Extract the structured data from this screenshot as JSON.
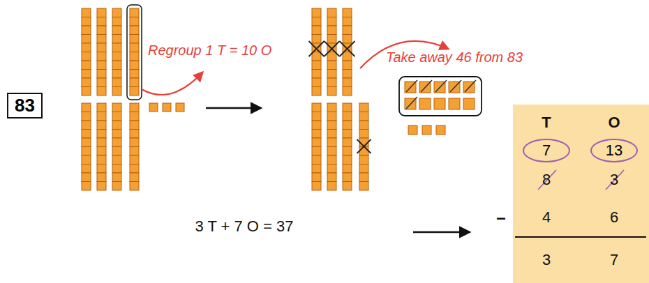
{
  "diagram": {
    "nodes": [
      {
        "text": [
          "83"
        ]
      },
      {
        "text": [
          "7"
        ]
      },
      {
        "text": [
          "13"
        ]
      }
    ],
    "labels": [
      "Regroup 1 T = 10 O",
      "Take away 46 from 83",
      "3 T + 7 O = 37",
      "T",
      "O",
      "8",
      "3",
      "–",
      "4",
      "6",
      "3",
      "7"
    ]
  }
}
